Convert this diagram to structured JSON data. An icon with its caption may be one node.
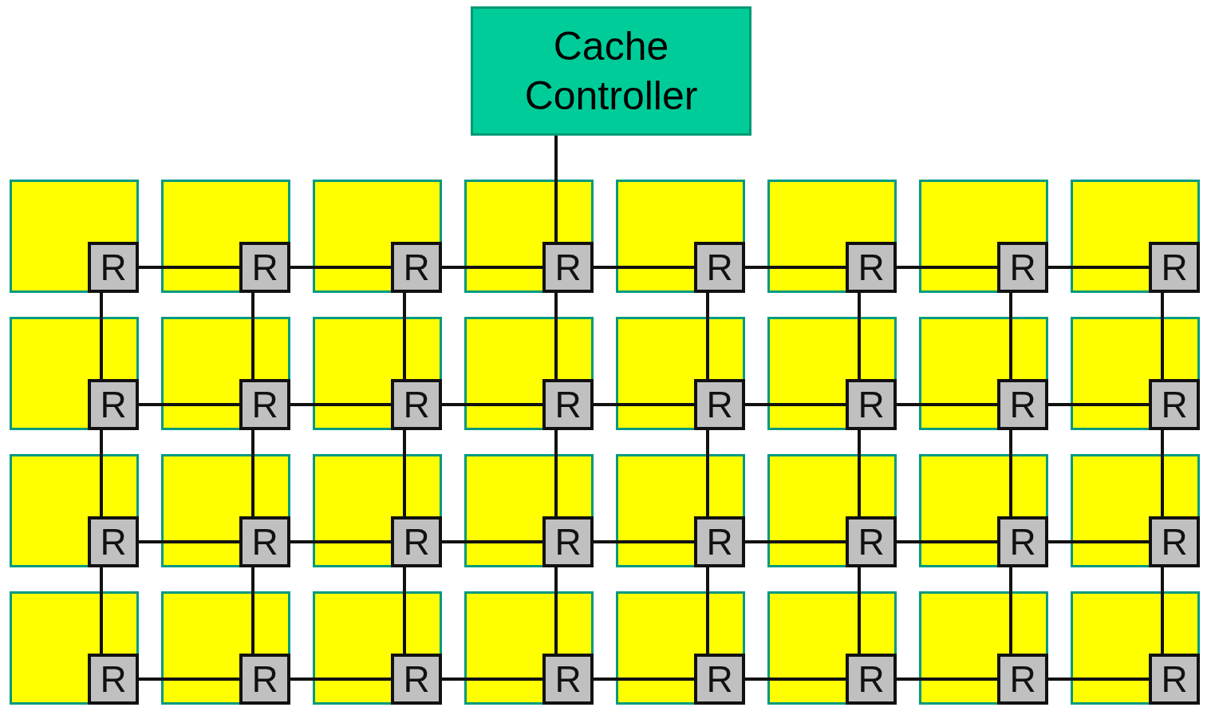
{
  "diagram": {
    "nodes": [
      {
        "text": [
          "Cache Controller"
        ]
      },
      {
        "text": [],
        "shape": "box"
      },
      {
        "text": [
          "R"
        ],
        "in": 1
      },
      {
        "text": [],
        "shape": "box"
      },
      {
        "text": [
          "R"
        ],
        "in": 3
      },
      {
        "text": [],
        "shape": "box"
      },
      {
        "text": [
          "R"
        ],
        "in": 5
      },
      {
        "text": [],
        "shape": "box"
      },
      {
        "text": [
          "R"
        ],
        "in": 7
      },
      {
        "text": [],
        "shape": "box"
      },
      {
        "text": [
          "R"
        ],
        "in": 9
      },
      {
        "text": [],
        "shape": "box"
      },
      {
        "text": [
          "R"
        ],
        "in": 11
      },
      {
        "text": [],
        "shape": "box"
      },
      {
        "text": [
          "R"
        ],
        "in": 13
      },
      {
        "text": [],
        "shape": "box"
      },
      {
        "text": [
          "R"
        ],
        "in": 15
      },
      {
        "text": [],
        "shape": "box"
      },
      {
        "text": [
          "R"
        ],
        "in": 17
      },
      {
        "text": [],
        "shape": "box"
      },
      {
        "text": [
          "R"
        ],
        "in": 19
      },
      {
        "text": [],
        "shape": "box"
      },
      {
        "text": [
          "R"
        ],
        "in": 21
      },
      {
        "text": [],
        "shape": "box"
      },
      {
        "text": [
          "R"
        ],
        "in": 23
      },
      {
        "text": [],
        "shape": "box"
      },
      {
        "text": [
          "R"
        ],
        "in": 25
      },
      {
        "text": [],
        "shape": "box"
      },
      {
        "text": [
          "R"
        ],
        "in": 27
      },
      {
        "text": [],
        "shape": "box"
      },
      {
        "text": [
          "R"
        ],
        "in": 29
      },
      {
        "text": [],
        "shape": "box"
      },
      {
        "text": [
          "R"
        ],
        "in": 31
      },
      {
        "text": [],
        "shape": "box"
      },
      {
        "text": [
          "R"
        ],
        "in": 33
      },
      {
        "text": [],
        "shape": "box"
      },
      {
        "text": [
          "R"
        ],
        "in": 35
      },
      {
        "text": [],
        "shape": "box"
      },
      {
        "text": [
          "R"
        ],
        "in": 37
      },
      {
        "text": [],
        "shape": "box"
      },
      {
        "text": [
          "R"
        ],
        "in": 39
      },
      {
        "text": [],
        "shape": "box"
      },
      {
        "text": [
          "R"
        ],
        "in": 41
      },
      {
        "text": [],
        "shape": "box"
      },
      {
        "text": [
          "R"
        ],
        "in": 43
      },
      {
        "text": [],
        "shape": "box"
      },
      {
        "text": [
          "R"
        ],
        "in": 45
      },
      {
        "text": [],
        "shape": "box"
      },
      {
        "text": [
          "R"
        ],
        "in": 47
      },
      {
        "text": [],
        "shape": "box"
      },
      {
        "text": [
          "R"
        ],
        "in": 49
      },
      {
        "text": [],
        "shape": "box"
      },
      {
        "text": [
          "R"
        ],
        "in": 51
      },
      {
        "text": [],
        "shape": "box"
      },
      {
        "text": [
          "R"
        ],
        "in": 53
      },
      {
        "text": [],
        "shape": "box"
      },
      {
        "text": [
          "R"
        ],
        "in": 55
      },
      {
        "text": [],
        "shape": "box"
      },
      {
        "text": [
          "R"
        ],
        "in": 57
      },
      {
        "text": [],
        "shape": "box"
      },
      {
        "text": [
          "R"
        ],
        "in": 59
      },
      {
        "text": [],
        "shape": "box"
      },
      {
        "text": [
          "R"
        ],
        "in": 61
      },
      {
        "text": [],
        "shape": "box"
      },
      {
        "text": [
          "R"
        ],
        "in": 63
      }
    ],
    "edges": [
      {
        "from": 0,
        "to": 8,
        "arrow": "none"
      },
      {
        "from": 2,
        "to": 4,
        "arrow": "none"
      },
      {
        "from": 4,
        "to": 6,
        "arrow": "none"
      },
      {
        "from": 6,
        "to": 8,
        "arrow": "none"
      },
      {
        "from": 8,
        "to": 10,
        "arrow": "none"
      },
      {
        "from": 10,
        "to": 12,
        "arrow": "none"
      },
      {
        "from": 12,
        "to": 14,
        "arrow": "none"
      },
      {
        "from": 14,
        "to": 16,
        "arrow": "none"
      },
      {
        "from": 18,
        "to": 20,
        "arrow": "none"
      },
      {
        "from": 20,
        "to": 22,
        "arrow": "none"
      },
      {
        "from": 22,
        "to": 24,
        "arrow": "none"
      },
      {
        "from": 24,
        "to": 26,
        "arrow": "none"
      },
      {
        "from": 26,
        "to": 28,
        "arrow": "none"
      },
      {
        "from": 28,
        "to": 30,
        "arrow": "none"
      },
      {
        "from": 30,
        "to": 32,
        "arrow": "none"
      },
      {
        "from": 34,
        "to": 36,
        "arrow": "none"
      },
      {
        "from": 36,
        "to": 38,
        "arrow": "none"
      },
      {
        "from": 38,
        "to": 40,
        "arrow": "none"
      },
      {
        "from": 40,
        "to": 42,
        "arrow": "none"
      },
      {
        "from": 42,
        "to": 44,
        "arrow": "none"
      },
      {
        "from": 44,
        "to": 46,
        "arrow": "none"
      },
      {
        "from": 46,
        "to": 48,
        "arrow": "none"
      },
      {
        "from": 50,
        "to": 52,
        "arrow": "none"
      },
      {
        "from": 52,
        "to": 54,
        "arrow": "none"
      },
      {
        "from": 54,
        "to": 56,
        "arrow": "none"
      },
      {
        "from": 56,
        "to": 58,
        "arrow": "none"
      },
      {
        "from": 58,
        "to": 60,
        "arrow": "none"
      },
      {
        "from": 60,
        "to": 62,
        "arrow": "none"
      },
      {
        "from": 62,
        "to": 64,
        "arrow": "none"
      },
      {
        "from": 2,
        "to": 18,
        "arrow": "none"
      },
      {
        "from": 18,
        "to": 34,
        "arrow": "none"
      },
      {
        "from": 34,
        "to": 50,
        "arrow": "none"
      },
      {
        "from": 4,
        "to": 20,
        "arrow": "none"
      },
      {
        "from": 20,
        "to": 36,
        "arrow": "none"
      },
      {
        "from": 36,
        "to": 52,
        "arrow": "none"
      },
      {
        "from": 6,
        "to": 22,
        "arrow": "none"
      },
      {
        "from": 22,
        "to": 38,
        "arrow": "none"
      },
      {
        "from": 38,
        "to": 54,
        "arrow": "none"
      },
      {
        "from": 8,
        "to": 24,
        "arrow": "none"
      },
      {
        "from": 24,
        "to": 40,
        "arrow": "none"
      },
      {
        "from": 40,
        "to": 56,
        "arrow": "none"
      },
      {
        "from": 10,
        "to": 26,
        "arrow": "none"
      },
      {
        "from": 26,
        "to": 42,
        "arrow": "none"
      },
      {
        "from": 42,
        "to": 58,
        "arrow": "none"
      },
      {
        "from": 12,
        "to": 28,
        "arrow": "none"
      },
      {
        "from": 28,
        "to": 44,
        "arrow": "none"
      },
      {
        "from": 44,
        "to": 60,
        "arrow": "none"
      },
      {
        "from": 14,
        "to": 30,
        "arrow": "none"
      },
      {
        "from": 30,
        "to": 46,
        "arrow": "none"
      },
      {
        "from": 46,
        "to": 62,
        "arrow": "none"
      },
      {
        "from": 16,
        "to": 32,
        "arrow": "none"
      },
      {
        "from": 32,
        "to": 48,
        "arrow": "none"
      },
      {
        "from": 48,
        "to": 64,
        "arrow": "none"
      }
    ]
  }
}
